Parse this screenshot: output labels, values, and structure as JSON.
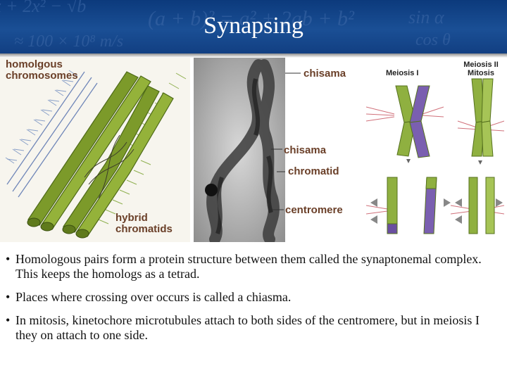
{
  "slide": {
    "title": "Synapsing"
  },
  "figure": {
    "left_panel": {
      "label_top": "homolgous chromosomes",
      "label_bottom": "hybrid chromatids"
    },
    "micrograph": {
      "labels": [
        "chisama",
        "chisama",
        "chromatid",
        "centromere"
      ]
    },
    "right_panel": {
      "meiosis1_label": "Meiosis I",
      "meiosis2_label": "Meiosis II Mitosis"
    }
  },
  "bullets": [
    "Homologous pairs form a protein structure between them called the synaptonemal complex.  This keeps the homologs as a tetrad.",
    "Places where crossing over occurs is called a chiasma.",
    "In mitosis, kinetochore microtubules attach to both sides of the centromere, but in meiosis I they on attach to one side."
  ],
  "colors": {
    "header": "#1a4f95",
    "chromosome_green": "#7c9a2a",
    "chromosome_purple": "#6a4fa0",
    "label_brown": "#6a3f28"
  }
}
